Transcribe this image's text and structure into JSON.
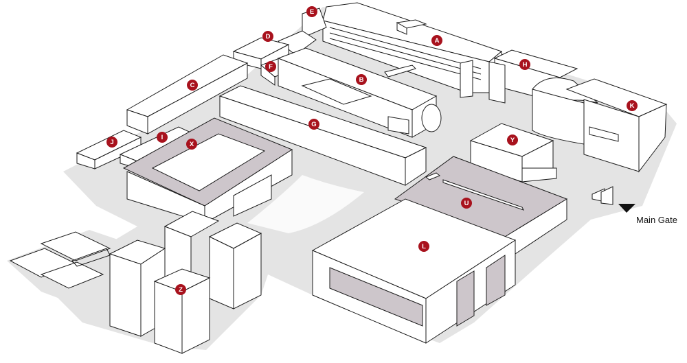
{
  "colors": {
    "background": "#ffffff",
    "ground": "#e4e4e4",
    "building": "#ffffff",
    "roof_highlight": "#cdc6cb",
    "outline": "#1a1a1a",
    "marker": "#a8121d",
    "marker_text": "#ffffff"
  },
  "buildings": [
    {
      "label": "A"
    },
    {
      "label": "B"
    },
    {
      "label": "C"
    },
    {
      "label": "D"
    },
    {
      "label": "E"
    },
    {
      "label": "F"
    },
    {
      "label": "G"
    },
    {
      "label": "H"
    },
    {
      "label": "I"
    },
    {
      "label": "J"
    },
    {
      "label": "K"
    },
    {
      "label": "L"
    },
    {
      "label": "U"
    },
    {
      "label": "X"
    },
    {
      "label": "Y"
    },
    {
      "label": "Z"
    }
  ],
  "main_gate": {
    "label": "Main Gate",
    "icon": "triangle-pointer-icon"
  }
}
